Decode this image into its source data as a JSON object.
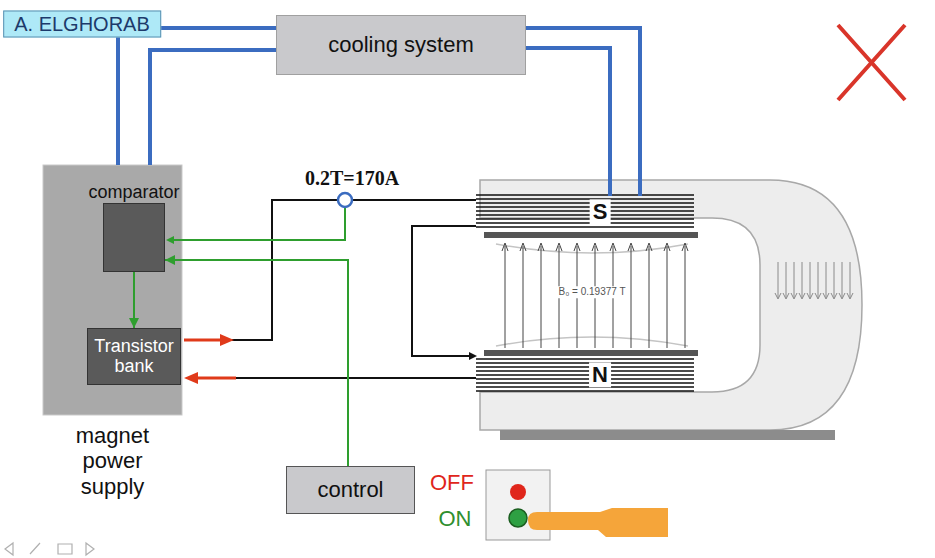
{
  "diagram": {
    "nodes": [
      {
        "text": [
          "cooling system"
        ]
      },
      {
        "text": [
          "magnet power supply"
        ]
      },
      {
        "text": [
          "comparator"
        ],
        "in": 1
      },
      {
        "text": [
          "Transistor bank"
        ],
        "in": 1
      },
      {
        "text": [
          "control"
        ]
      }
    ],
    "edges": [
      {
        "from": 0,
        "to": 1,
        "arrow": "none"
      },
      {
        "from": 0,
        "to": 1,
        "arrow": "none"
      },
      {
        "from": 2,
        "to": 3,
        "arrow": "to"
      },
      {
        "from": 4,
        "to": 2,
        "arrow": "to"
      }
    ],
    "labels": [
      "A. ELGHORAB",
      "0.2T=170A",
      "S",
      "N",
      "B₀ = 0.19377 T",
      "OFF",
      "ON"
    ]
  }
}
